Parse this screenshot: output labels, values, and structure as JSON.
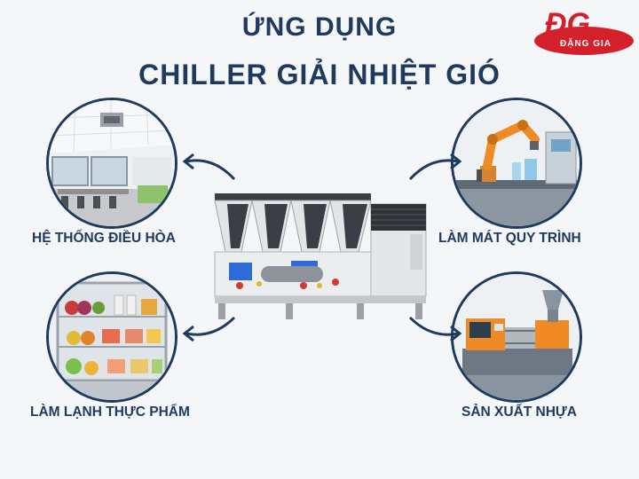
{
  "header": {
    "title_line1": "ỨNG DỤNG",
    "title_line2": "CHILLER GIẢI NHIỆT GIÓ"
  },
  "logo": {
    "mark": "ĐG",
    "name": "ĐẶNG GIA",
    "color": "#d3202a"
  },
  "applications": {
    "hvac": {
      "label": "HỆ THỐNG ĐIỀU HÒA",
      "icon": "office-room-image"
    },
    "process": {
      "label": "LÀM MÁT QUY TRÌNH",
      "icon": "robot-arm-image"
    },
    "food": {
      "label": "LÀM LẠNH THỰC PHẨM",
      "icon": "refrigerator-image"
    },
    "plastic": {
      "label": "SẢN XUẤT NHỰA",
      "icon": "injection-molding-machine-image"
    }
  },
  "colors": {
    "primary": "#1f3a5f",
    "background": "#f4f6f8"
  }
}
